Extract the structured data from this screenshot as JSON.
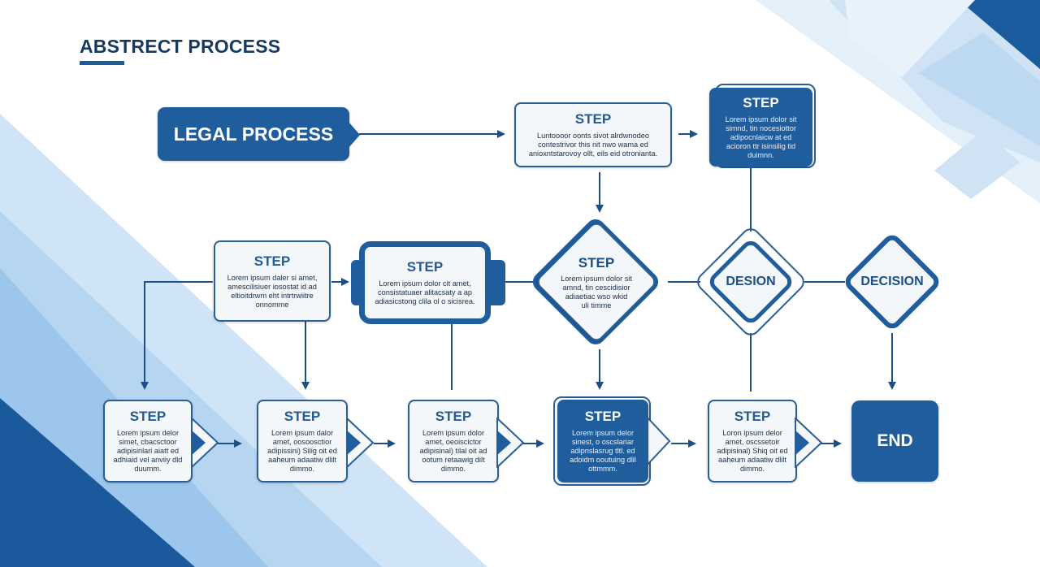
{
  "title": "ABSTRECT PROCESS",
  "colors": {
    "primary": "#1f5d9d",
    "dark_text": "#163a5f",
    "light_fill": "#f4f7fa",
    "accent_light": "#b9d7f1"
  },
  "start": {
    "label": "LEGAL PROCESS"
  },
  "top_steps": [
    {
      "title": "STEP",
      "body": [
        "Luntoooor oonts sivot alrdwnodeo",
        "contestrivor this nit nwo wama ed",
        "anioxntstarovoy ollt, eils eid otronianta."
      ]
    },
    {
      "title": "STEP",
      "body": [
        "Lorem ipsum dolor sit",
        "simnd, tin nocesiottor",
        "adipocnlaicw at ed",
        "acioron ttr isinsilig tid",
        "duimnn."
      ]
    }
  ],
  "middle_steps": [
    {
      "title": "STEP",
      "body": [
        "Lorem ipsum daler si amet,",
        "amescilisiuer iosostat id ad",
        "eltioitdrwm eht intrtrwiitre",
        "onnomme"
      ]
    },
    {
      "title": "STEP",
      "body": [
        "Lorem ipsum dolor cit amet,",
        "consistatuaer alitacsaty a ap",
        "adiasicstong clila ol o sicisrea."
      ]
    }
  ],
  "decisions": [
    {
      "title": "STEP",
      "body": [
        "Lorem ipsum dolor sit",
        "amnd, tin cescidisior",
        "adiaetiac wso wkid",
        "uli timme"
      ]
    },
    {
      "title": "DESION"
    },
    {
      "title": "DECISION"
    }
  ],
  "bottom_steps": [
    {
      "title": "STEP",
      "body": [
        "Lorem ipsum delor",
        "simet, cbacsctoor",
        "adipisinlari aiatt ed",
        "adhiaid vel anviiy dld",
        "duumm."
      ]
    },
    {
      "title": "STEP",
      "body": [
        "Lorem ipsum dalor",
        "amet, oosoosctior",
        "adipissini) Silig oit ed",
        "aaheum adaatiw dlilt",
        "dimmo."
      ]
    },
    {
      "title": "STEP",
      "body": [
        "Lorem ipsum dolor",
        "amet, oeoiscictor",
        "adipisinal) tilal oit ad",
        "ootum retaawig dilt",
        "dimmo."
      ]
    },
    {
      "title": "STEP",
      "body": [
        "Lorem ipsum delor",
        "sinest, o oscslariar",
        "adipnslasrug tltl. ed",
        "adoidm ooutuing dlil",
        "ottmmm."
      ]
    },
    {
      "title": "STEP",
      "body": [
        "Loron ipsum delor",
        "amet, oscssetoir",
        "adipisinal) Shiq oit ed",
        "aaheum adaatiw dlilt",
        "dimmo."
      ]
    }
  ],
  "end": {
    "label": "END"
  }
}
